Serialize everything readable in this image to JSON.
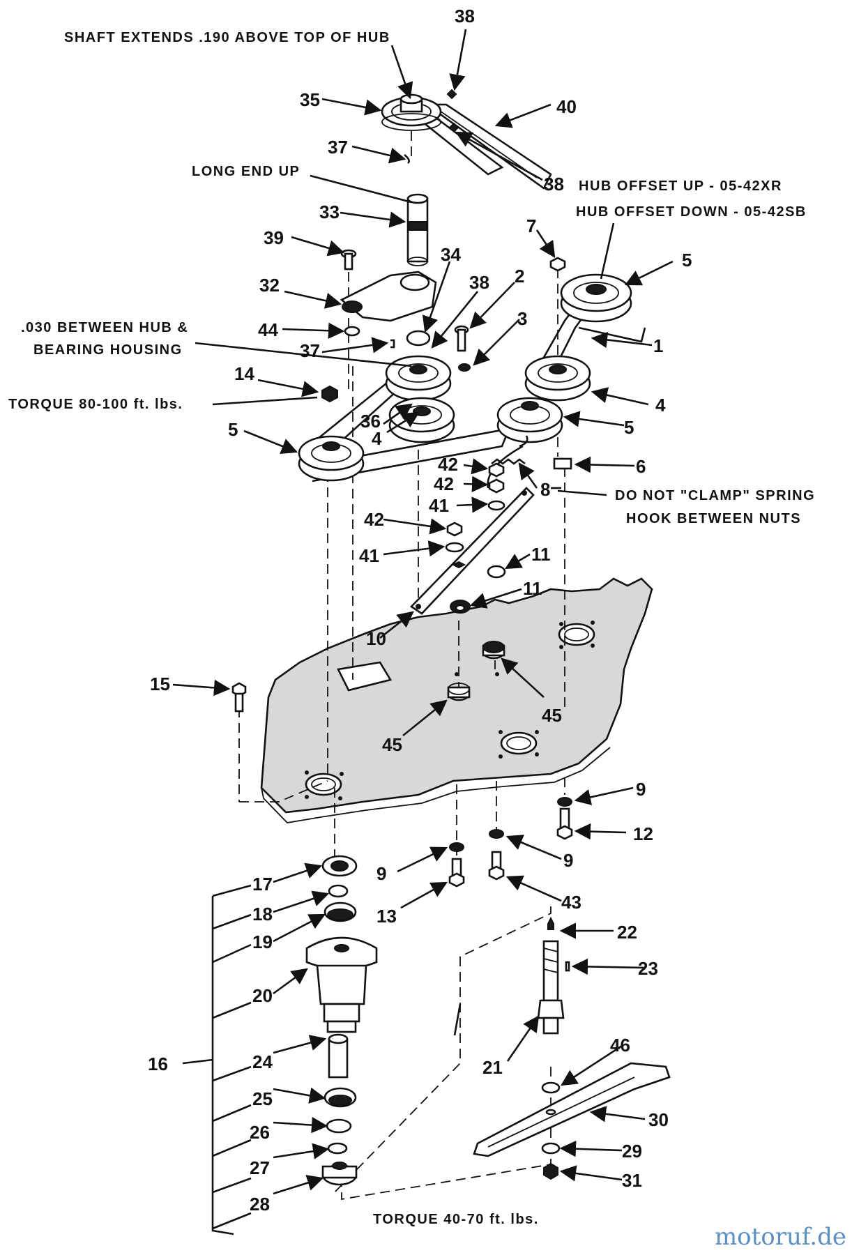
{
  "notes": {
    "shaft_extends": "SHAFT EXTENDS .190 ABOVE TOP OF HUB",
    "long_end_up": "LONG END UP",
    "hub_offset_up": "HUB OFFSET UP - 05-42XR",
    "hub_offset_down": "HUB OFFSET DOWN - 05-42SB",
    "between_hub_1": ".030 BETWEEN HUB &",
    "between_hub_2": "BEARING HOUSING",
    "torque_upper": "TORQUE 80-100 ft. lbs.",
    "clamp_1": "DO NOT \"CLAMP\" SPRING",
    "clamp_2": "HOOK BETWEEN NUTS",
    "torque_lower": "TORQUE 40-70 ft. lbs."
  },
  "callouts": {
    "c38a": "38",
    "c35": "35",
    "c40": "40",
    "c37a": "37",
    "c38b": "38",
    "c33": "33",
    "c39": "39",
    "c34": "34",
    "c38c": "38",
    "c2": "2",
    "c7": "7",
    "c5a": "5",
    "c32": "32",
    "c44": "44",
    "c3": "3",
    "c1": "1",
    "c37b": "37",
    "c14": "14",
    "c36": "36",
    "c4a": "4",
    "c4b": "4",
    "c5b": "5",
    "c5c": "5",
    "c42a": "42",
    "c42b": "42",
    "c6": "6",
    "c8": "8",
    "c41a": "41",
    "c42c": "42",
    "c41b": "41",
    "c11a": "11",
    "c11b": "11",
    "c10": "10",
    "c15": "15",
    "c45a": "45",
    "c45b": "45",
    "c9a": "9",
    "c12": "12",
    "c9b": "9",
    "c9c": "9",
    "c17": "17",
    "c13": "13",
    "c43": "43",
    "c18": "18",
    "c19": "19",
    "c22": "22",
    "c23": "23",
    "c20": "20",
    "c16": "16",
    "c24": "24",
    "c21": "21",
    "c46": "46",
    "c25": "25",
    "c30": "30",
    "c26": "26",
    "c29": "29",
    "c27": "27",
    "c31": "31",
    "c28": "28"
  },
  "watermark": "motoruf.de"
}
